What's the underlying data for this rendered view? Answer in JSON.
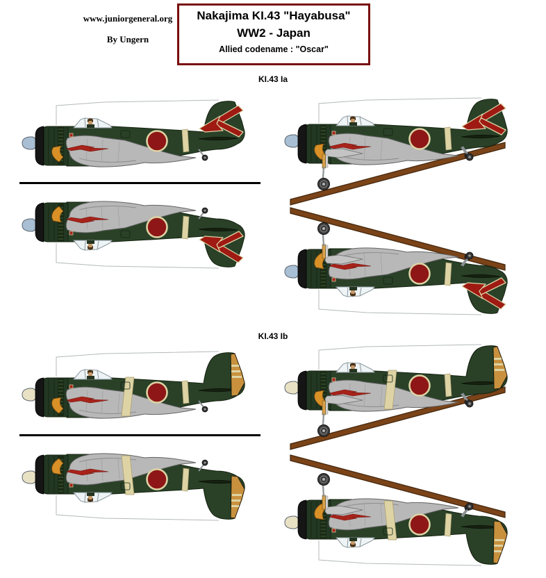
{
  "header": {
    "site": "www.juniorgeneral.org",
    "author": "By Ungern",
    "title_line1": "Nakajima KI.43 \"Hayabusa\"",
    "title_line2": "WW2 - Japan",
    "subtitle": "Allied codename : \"Oscar\""
  },
  "sections": [
    {
      "label": "KI.43 Ia",
      "variant": "ia"
    },
    {
      "label": "KI.43 Ib",
      "variant": "ib"
    }
  ],
  "aircraft_variants": {
    "ia": {
      "name": "KI.43 Ia",
      "tail_marking": "red-white-arrow",
      "spinner": "blue-gray",
      "fuselage_bands": 1
    },
    "ib": {
      "name": "KI.43 Ib",
      "tail_marking": "orange-striped-rudder",
      "spinner": "cream",
      "fuselage_bands": 2
    }
  },
  "colors": {
    "title_border": "#7a0d0d",
    "text": "#000000",
    "green": "#2a4128",
    "green_dark": "#233823",
    "green_line": "#14220f",
    "gray": "#b8b8b8",
    "gray_line": "#636363",
    "gray_mid": "#9d9d9d",
    "hinomaru": "#8e1616",
    "marking_red": "#9e1a12",
    "streak_red": "#a8231a",
    "cream": "#ddd3a4",
    "cream_line": "#a89c6e",
    "rudder_orange": "#c9913e",
    "exhaust_orange": "#d89027",
    "spinner_blue": "#a9bfd3",
    "spinner_cream": "#e9e1c4",
    "stand_brown": "#7a4318",
    "stand_line": "#41250c",
    "canopy": "#eef4f6",
    "canopy_frame": "#8b969b",
    "pilot_skin": "#c49a6c",
    "pilot_hair": "#4c3317",
    "wheel_dark": "#3a3a3a",
    "strut_yellow": "#d9a24a"
  }
}
